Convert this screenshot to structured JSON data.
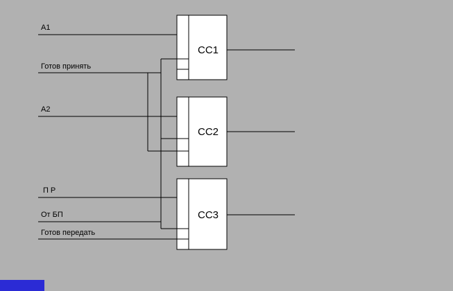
{
  "diagram": {
    "background_color": "#b1b1b1",
    "line_color": "#000000",
    "block_fill": "#ffffff",
    "taskbar_fragment_color": "#2b2bd5",
    "blocks": [
      {
        "id": "cc1",
        "label": "СС1"
      },
      {
        "id": "cc2",
        "label": "СС2"
      },
      {
        "id": "cc3",
        "label": "СС3"
      }
    ],
    "inputs": [
      {
        "id": "a1",
        "label": "А1"
      },
      {
        "id": "gotov_prinyat",
        "label": "Готов принять"
      },
      {
        "id": "a2",
        "label": "А2"
      },
      {
        "id": "pr",
        "label": "ПР"
      },
      {
        "id": "ot_bp",
        "label": "От БП"
      },
      {
        "id": "gotov_peredat",
        "label": "Готов передать"
      }
    ]
  }
}
